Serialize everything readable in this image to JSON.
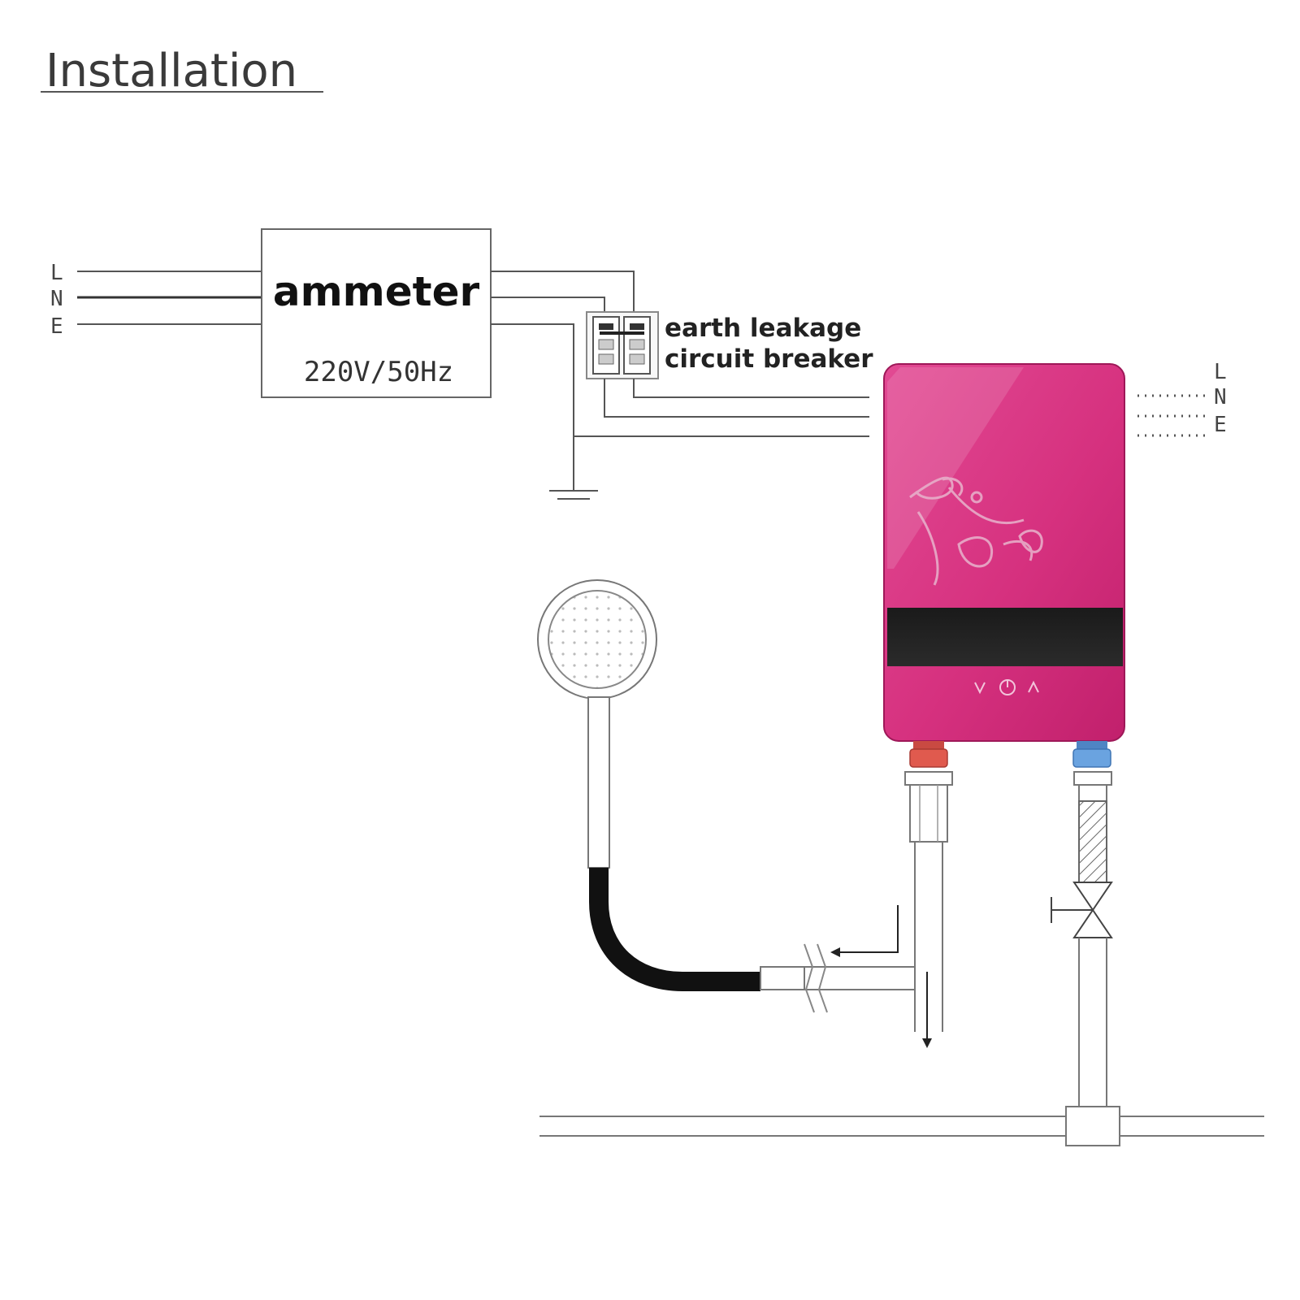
{
  "title": "Installation",
  "ammeter": {
    "label": "ammeter",
    "rating": "220V/50Hz"
  },
  "breaker": {
    "label_line1": "earth leakage",
    "label_line2": "circuit breaker"
  },
  "supply_wires_left": [
    "L",
    "N",
    "E"
  ],
  "supply_wires_right": [
    "L",
    "N",
    "E"
  ],
  "colors": {
    "heater_body": "#d6317f",
    "hot_fitting": "#e05a4e",
    "cold_fitting": "#6aa3e0",
    "hose": "#111111"
  },
  "icons": {
    "ground": "ground-symbol-icon",
    "valve": "valve-icon",
    "shower_head": "shower-head-icon",
    "flow_arrow": "arrow-icon"
  }
}
